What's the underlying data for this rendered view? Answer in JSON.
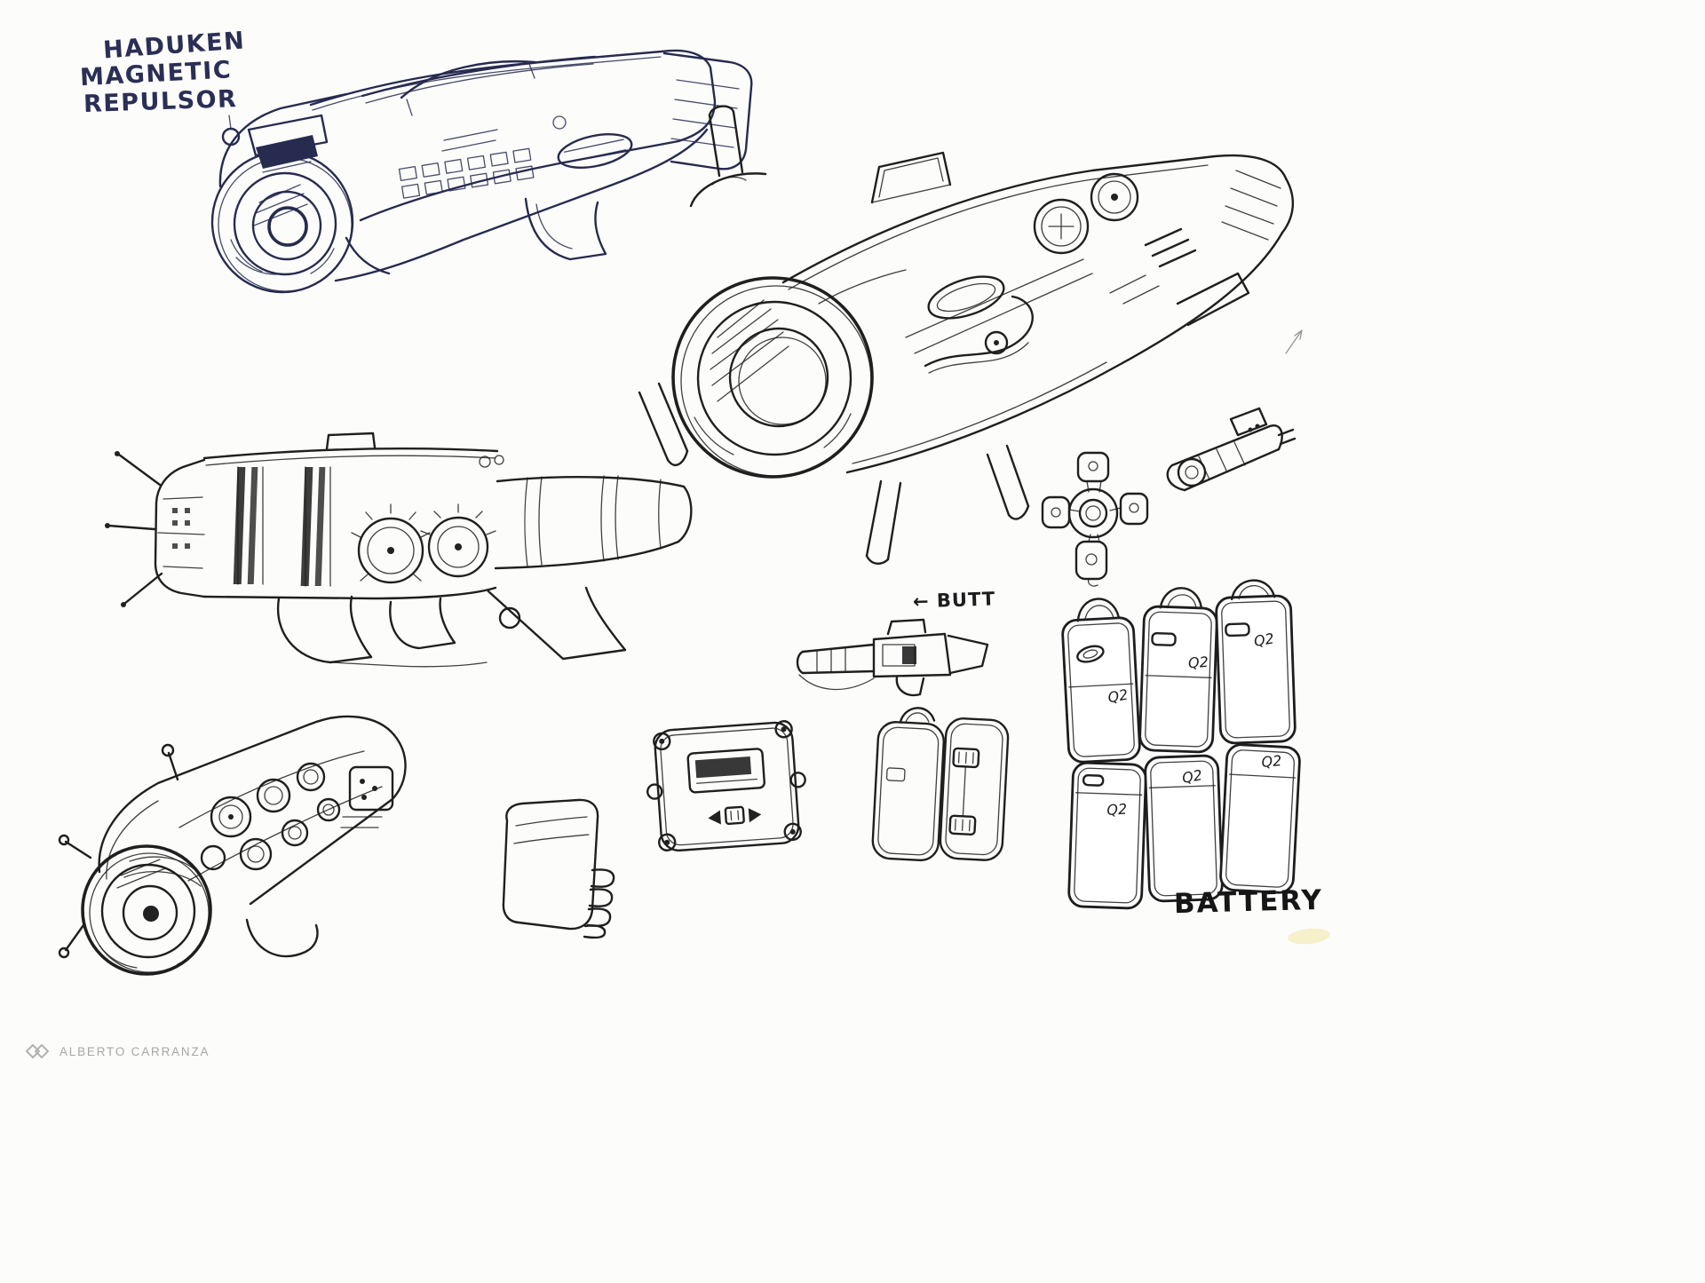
{
  "page": {
    "background_color": "#fcfcfb",
    "ink_color": "#1f1f1f",
    "blue_ink_color": "#2b2f56"
  },
  "annotations": {
    "title_lines": [
      "HADUKEN",
      "MAGNETIC",
      "REPULSOR"
    ],
    "butt_label": "← BUTT",
    "battery_label": "BATTERY"
  },
  "battery": {
    "cells": [
      "Q2",
      "Q2",
      "Q2",
      "Q2",
      "Q2",
      "Q2"
    ]
  },
  "watermark": {
    "artist": "ALBERTO CARRANZA"
  }
}
